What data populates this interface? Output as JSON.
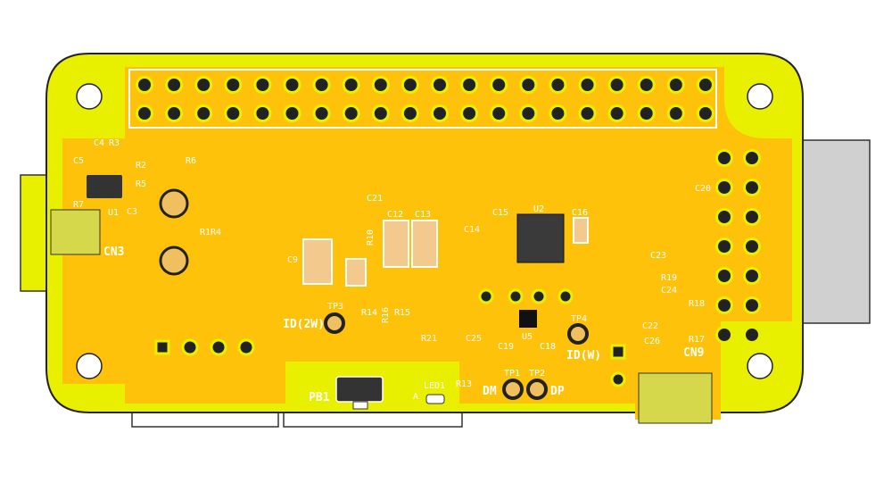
{
  "colors": {
    "board_edge": "#e8f000",
    "copper": "#ffc20a",
    "silkscreen": "#ffffff",
    "ic_body": "#3a3a3a",
    "cap_body": "#f4c98e",
    "connector_body": "#d4d84a",
    "usb_shell": "#d0d0d0"
  },
  "labels": {
    "c4": "C4",
    "r3": "R3",
    "c5": "C5",
    "r2": "R2",
    "r5": "R5",
    "r7": "R7",
    "u1": "U1",
    "c3": "C3",
    "cn3": "CN3",
    "r6": "R6",
    "r1r4": "R1R4",
    "c21": "C21",
    "c12": "C12",
    "c13": "C13",
    "c9": "C9",
    "r10": "R10",
    "c15": "C15",
    "c14": "C14",
    "u2": "U2",
    "c16": "C16",
    "c20": "C20",
    "c23": "C23",
    "r19": "R19",
    "c24": "C24",
    "r18": "R18",
    "c22": "C22",
    "r17": "R17",
    "c26": "C26",
    "cn9": "CN9",
    "tp3": "TP3",
    "id2w": "ID(2W)",
    "r14": "R14",
    "r16": "R16",
    "r15": "R15",
    "r21": "R21",
    "c25": "C25",
    "c19": "C19",
    "u5": "U5",
    "c18": "C18",
    "tp4": "TP4",
    "idw": "ID(W)",
    "pb1": "PB1",
    "a": "A",
    "led1": "LED1",
    "r13": "R13",
    "dm": "DM",
    "tp1": "TP1",
    "tp2": "TP2",
    "dp": "DP"
  }
}
